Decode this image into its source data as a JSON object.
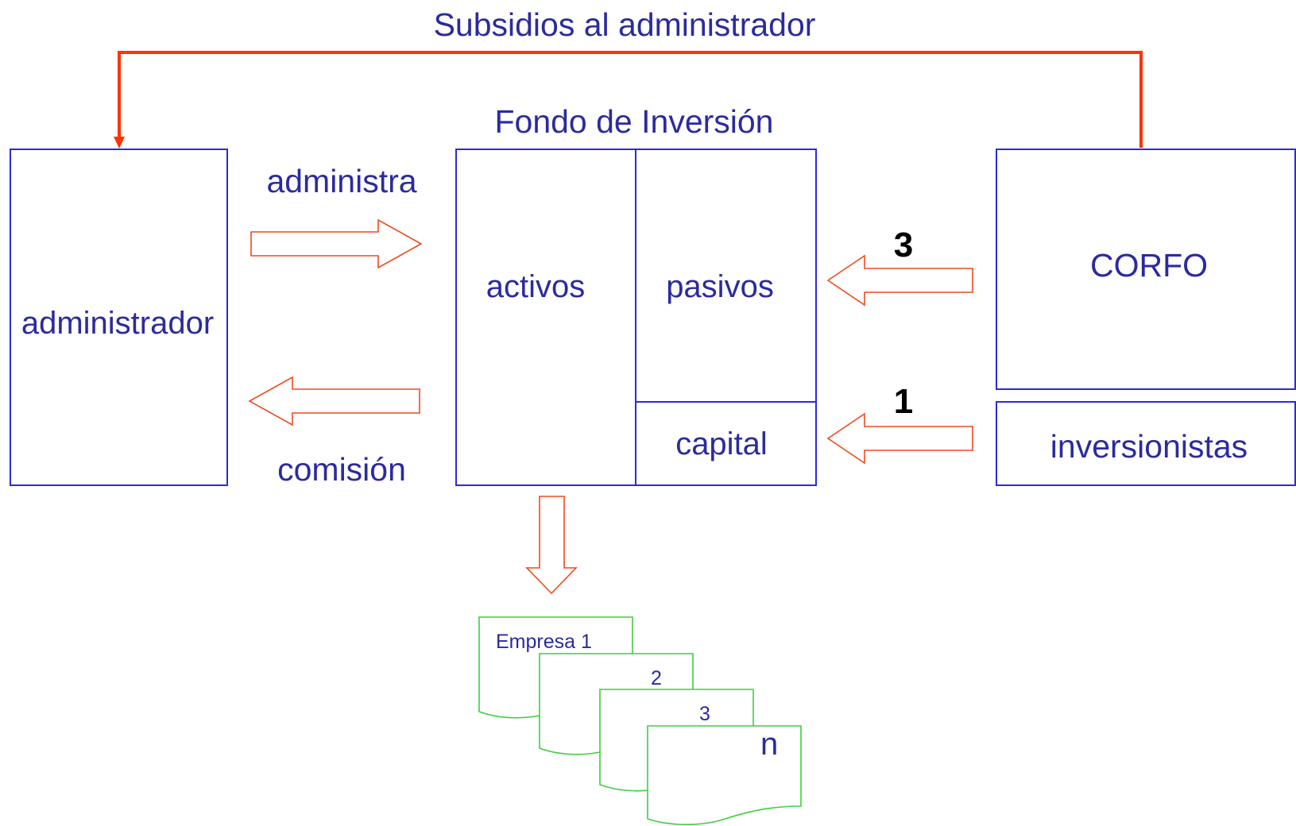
{
  "colors": {
    "text": "#2b2b9e",
    "box_border": "#2b2bd6",
    "arrow": "#f04a1e",
    "subsidy_line": "#ff3300",
    "document_border": "#3ecf3e",
    "number": "#000000"
  },
  "title_top": "Subsidios al administrador",
  "fund_title": "Fondo de Inversión",
  "administrador": "administrador",
  "fund": {
    "activos": "activos",
    "pasivos": "pasivos",
    "capital": "capital"
  },
  "corfo": "CORFO",
  "inversionistas": "inversionistas",
  "flows": {
    "administra": "administra",
    "comision": "comisión",
    "step_corfo": "3",
    "step_inversionistas": "1"
  },
  "empresas": [
    "Empresa 1",
    "2",
    "3",
    "n"
  ]
}
